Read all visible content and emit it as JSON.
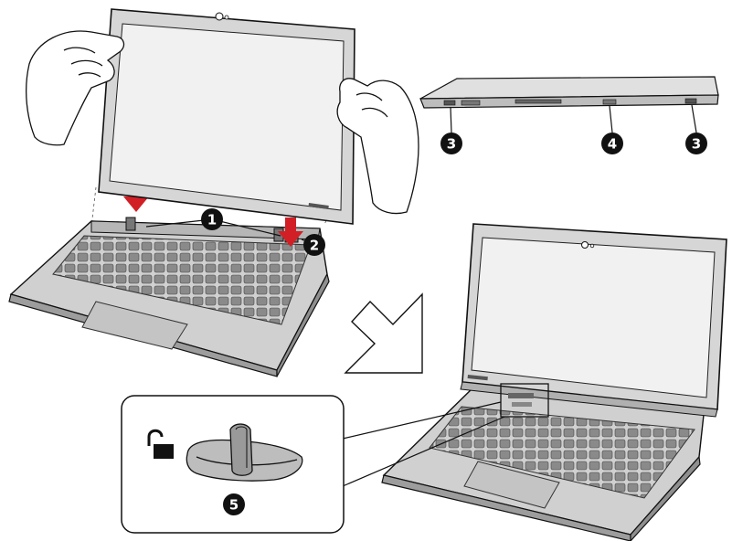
{
  "colors": {
    "outline": "#111111",
    "screen": "#f1f1f1",
    "bezel": "#d9d9d9",
    "body": "#c9c9c9",
    "body_dark": "#9a9a9a",
    "key": "#7a7a7a",
    "arrow_red": "#d21f26",
    "callout_fill": "#111111",
    "callout_text": "#ffffff",
    "hand_fill": "#ffffff"
  },
  "icons": {
    "unlock": "unlock-icon",
    "insert_arrow": "down-arrow-icon",
    "transition_arrow": "diagonal-arrow-icon"
  },
  "callouts": {
    "c1": "1",
    "c2": "2",
    "c3a": "3",
    "c3b": "3",
    "c4": "4",
    "c5": "5"
  }
}
